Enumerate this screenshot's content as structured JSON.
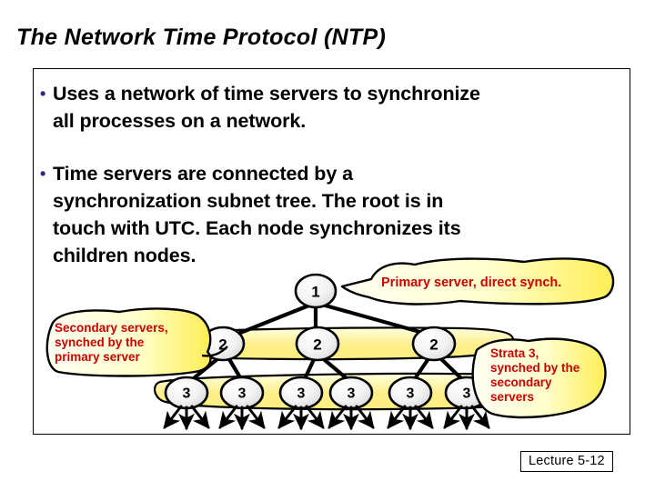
{
  "slide": {
    "title": "The Network Time Protocol (NTP)",
    "footer": "Lecture 5-12",
    "bullet_marker": "•"
  },
  "bullets": [
    {
      "id": "bullet-1",
      "line1": "Uses a network of time servers to synchronize",
      "line2": "all processes on a network."
    },
    {
      "id": "bullet-2",
      "line1": "Time servers are connected by a",
      "line2": "synchronization subnet tree.  The root is in",
      "line3": "touch with UTC.  Each node synchronizes its",
      "line4": "children nodes."
    }
  ],
  "callouts": [
    {
      "name": "primary-server-callout",
      "lines": [
        "Primary server, direct synch."
      ],
      "color": "#cc0000",
      "fill_from": "#fffff2",
      "fill_to": "#ffee66"
    },
    {
      "name": "secondary-servers-callout",
      "lines": [
        "Secondary servers,",
        "synched by the",
        "primary server"
      ],
      "color": "#cc0000",
      "fill_from": "#fffff2",
      "fill_to": "#ffee66"
    },
    {
      "name": "strata3-callout",
      "lines": [
        "Strata 3,",
        "synched by the",
        "secondary",
        "servers"
      ],
      "color": "#cc0000",
      "fill_from": "#fffff2",
      "fill_to": "#ffee66"
    }
  ],
  "tree": {
    "stratum_band_color": "#ffef8a",
    "node_fill": "#efefef",
    "node_stroke": "#000000",
    "edge_color": "#000000",
    "levels": [
      {
        "stratum": "1",
        "labels": [
          "1"
        ]
      },
      {
        "stratum": "2",
        "labels": [
          "2",
          "2",
          "2"
        ]
      },
      {
        "stratum": "3",
        "labels": [
          "3",
          "3",
          "3",
          "3",
          "3",
          "3"
        ]
      }
    ]
  }
}
